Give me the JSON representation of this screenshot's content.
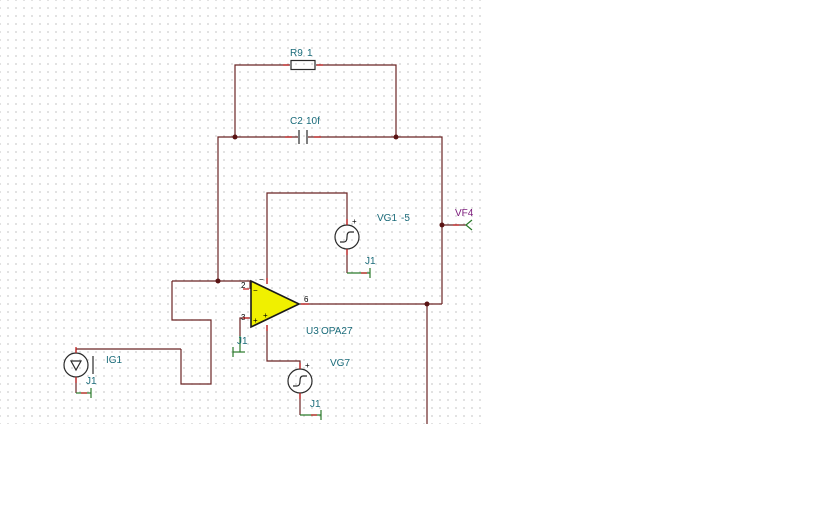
{
  "schematic": {
    "resistor": {
      "name": "R9",
      "value": "1"
    },
    "capacitor": {
      "name": "C2",
      "value": "10f"
    },
    "opamp": {
      "name": "U3",
      "model": "OPA27",
      "pin_inv": "2",
      "pin_noninv": "3",
      "pin_out": "6",
      "sym_minus": "−",
      "sym_plus": "+"
    },
    "vg1": {
      "name": "VG1",
      "value": "-5"
    },
    "vg7": {
      "name": "VG7"
    },
    "ig1": {
      "name": "IG1"
    },
    "vf4": {
      "name": "VF4"
    },
    "ground_label": "J1",
    "plus_sign": "+"
  },
  "colors": {
    "wire": "#6b2424",
    "label": "#1a6b7a",
    "opamp_fill": "#f0f000",
    "vf_label": "#7a1a7a"
  }
}
